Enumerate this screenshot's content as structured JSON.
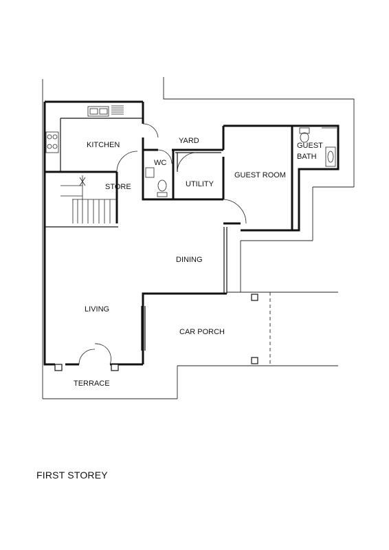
{
  "rooms": {
    "kitchen": "KITCHEN",
    "yard": "YARD",
    "wc": "WC",
    "store": "STORE",
    "utility": "UTILITY",
    "guest_room": "GUEST ROOM",
    "guest_bath_line1": "GUEST",
    "guest_bath_line2": "BATH",
    "dining": "DINING",
    "living": "LIVING",
    "car_porch": "CAR PORCH",
    "terrace": "TERRACE"
  },
  "caption": "FIRST STOREY"
}
